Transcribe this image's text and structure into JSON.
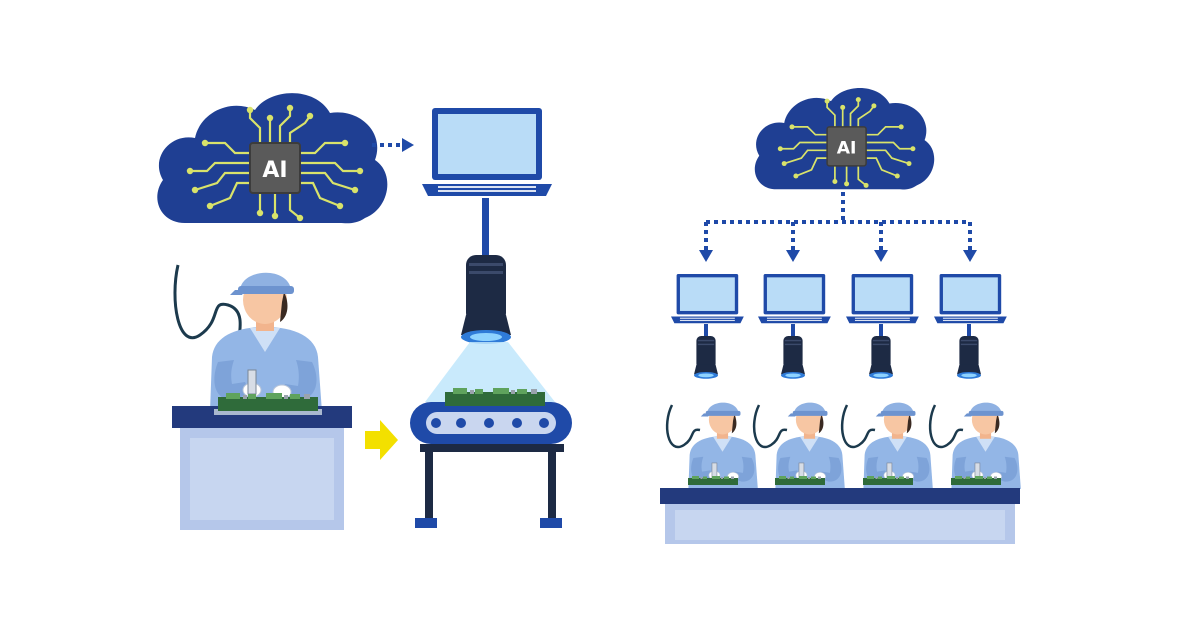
{
  "clouds": {
    "left": {
      "chip_label": "AI"
    },
    "right": {
      "chip_label": "AI"
    }
  },
  "colors": {
    "cloud": "#1f3f93",
    "circuit": "#d9e36a",
    "chip": "#5a5a5a",
    "laptop_frame": "#1f4aa8",
    "laptop_screen": "#b9dcf7",
    "camera_body": "#1d2a44",
    "camera_ring": "#2f7bd8",
    "light_cone": "#bfe6fb",
    "shirt": "#93b6e6",
    "cap": "#8fb1e2",
    "skin": "#f7c6a3",
    "hair": "#3a2a22",
    "desk_top": "#233a7d",
    "desk_body": "#b5c7ea",
    "pcb": "#2f6b3a",
    "arrow_yellow": "#f3e000",
    "dotted_arrow": "#1f4aa8",
    "cable": "#1c3a4d"
  },
  "icons": {
    "cloud": "cloud-icon",
    "laptop": "laptop-icon",
    "camera": "camera-icon",
    "worker": "worker-icon",
    "arrow": "arrow-icon"
  },
  "right_stations": {
    "count": 4
  }
}
